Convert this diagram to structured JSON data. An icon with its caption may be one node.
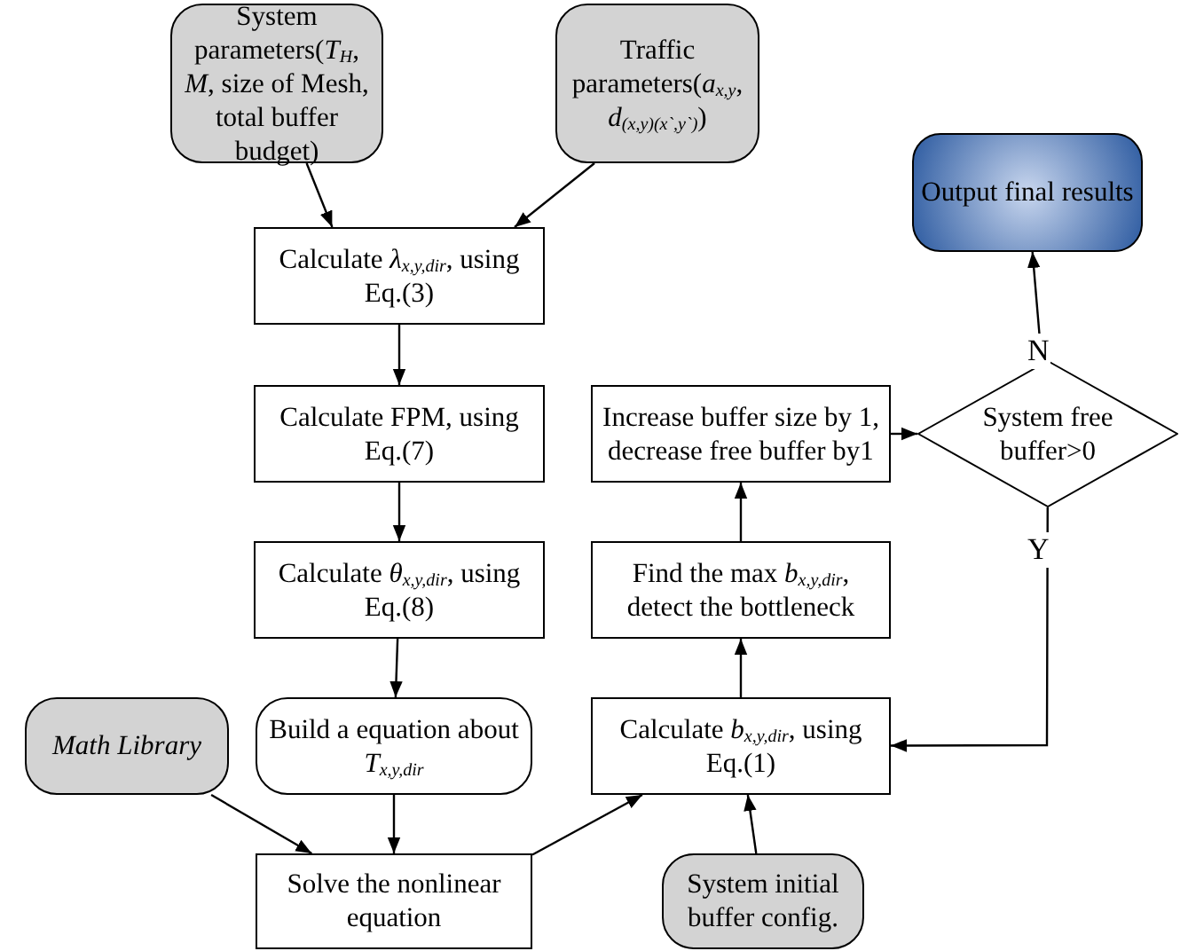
{
  "diagram": {
    "nodes": [
      {
        "text": [
          "System parameters(*T*$_{H}$, *M*, size of Mesh, total buffer budget)"
        ]
      },
      {
        "text": [
          "Traffic parameters(*a*$_{x,y}$, *d*$_{(x,y)(x`,y`)}$)"
        ]
      },
      {
        "text": [
          "Calculate *λ*$_{x,y,dir}$, using Eq.(3)"
        ]
      },
      {
        "text": [
          "Calculate FPM, using Eq.(7)"
        ]
      },
      {
        "text": [
          "Calculate *θ*$_{x,y,dir}$, using Eq.(8)"
        ]
      },
      {
        "text": [
          "Build a equation about *T*$_{x,y,dir}$"
        ]
      },
      {
        "text": [
          "Math Library"
        ]
      },
      {
        "text": [
          "Solve the nonlinear equation"
        ]
      },
      {
        "text": [
          "Calculate *b*$_{x,y,dir}$, using Eq.(1)"
        ]
      },
      {
        "text": [
          "System initial buffer config."
        ]
      },
      {
        "text": [
          "Find the max *b*$_{x,y,dir}$, detect the bottleneck"
        ]
      },
      {
        "text": [
          "Increase buffer size by 1, decrease free buffer by1"
        ]
      },
      {
        "text": [
          "System free buffer>0"
        ]
      },
      {
        "text": [
          "Output final results"
        ]
      }
    ],
    "edges": [
      {
        "from": 0,
        "to": 2,
        "arrow": "to"
      },
      {
        "from": 1,
        "to": 2,
        "arrow": "to"
      },
      {
        "from": 2,
        "to": 3,
        "arrow": "to"
      },
      {
        "from": 3,
        "to": 4,
        "arrow": "to"
      },
      {
        "from": 4,
        "to": 5,
        "arrow": "to"
      },
      {
        "from": 5,
        "to": 7,
        "arrow": "to"
      },
      {
        "from": 6,
        "to": 7,
        "arrow": "to"
      },
      {
        "from": 7,
        "to": 8,
        "arrow": "to"
      },
      {
        "from": 9,
        "to": 8,
        "arrow": "to"
      },
      {
        "from": 8,
        "to": 10,
        "arrow": "to"
      },
      {
        "from": 10,
        "to": 11,
        "arrow": "to"
      },
      {
        "from": 11,
        "to": 12,
        "arrow": "to"
      },
      {
        "from": 12,
        "to": 13,
        "arrow": "to",
        "label": "N"
      },
      {
        "from": 12,
        "to": 8,
        "arrow": "to",
        "label": "Y"
      }
    ]
  }
}
